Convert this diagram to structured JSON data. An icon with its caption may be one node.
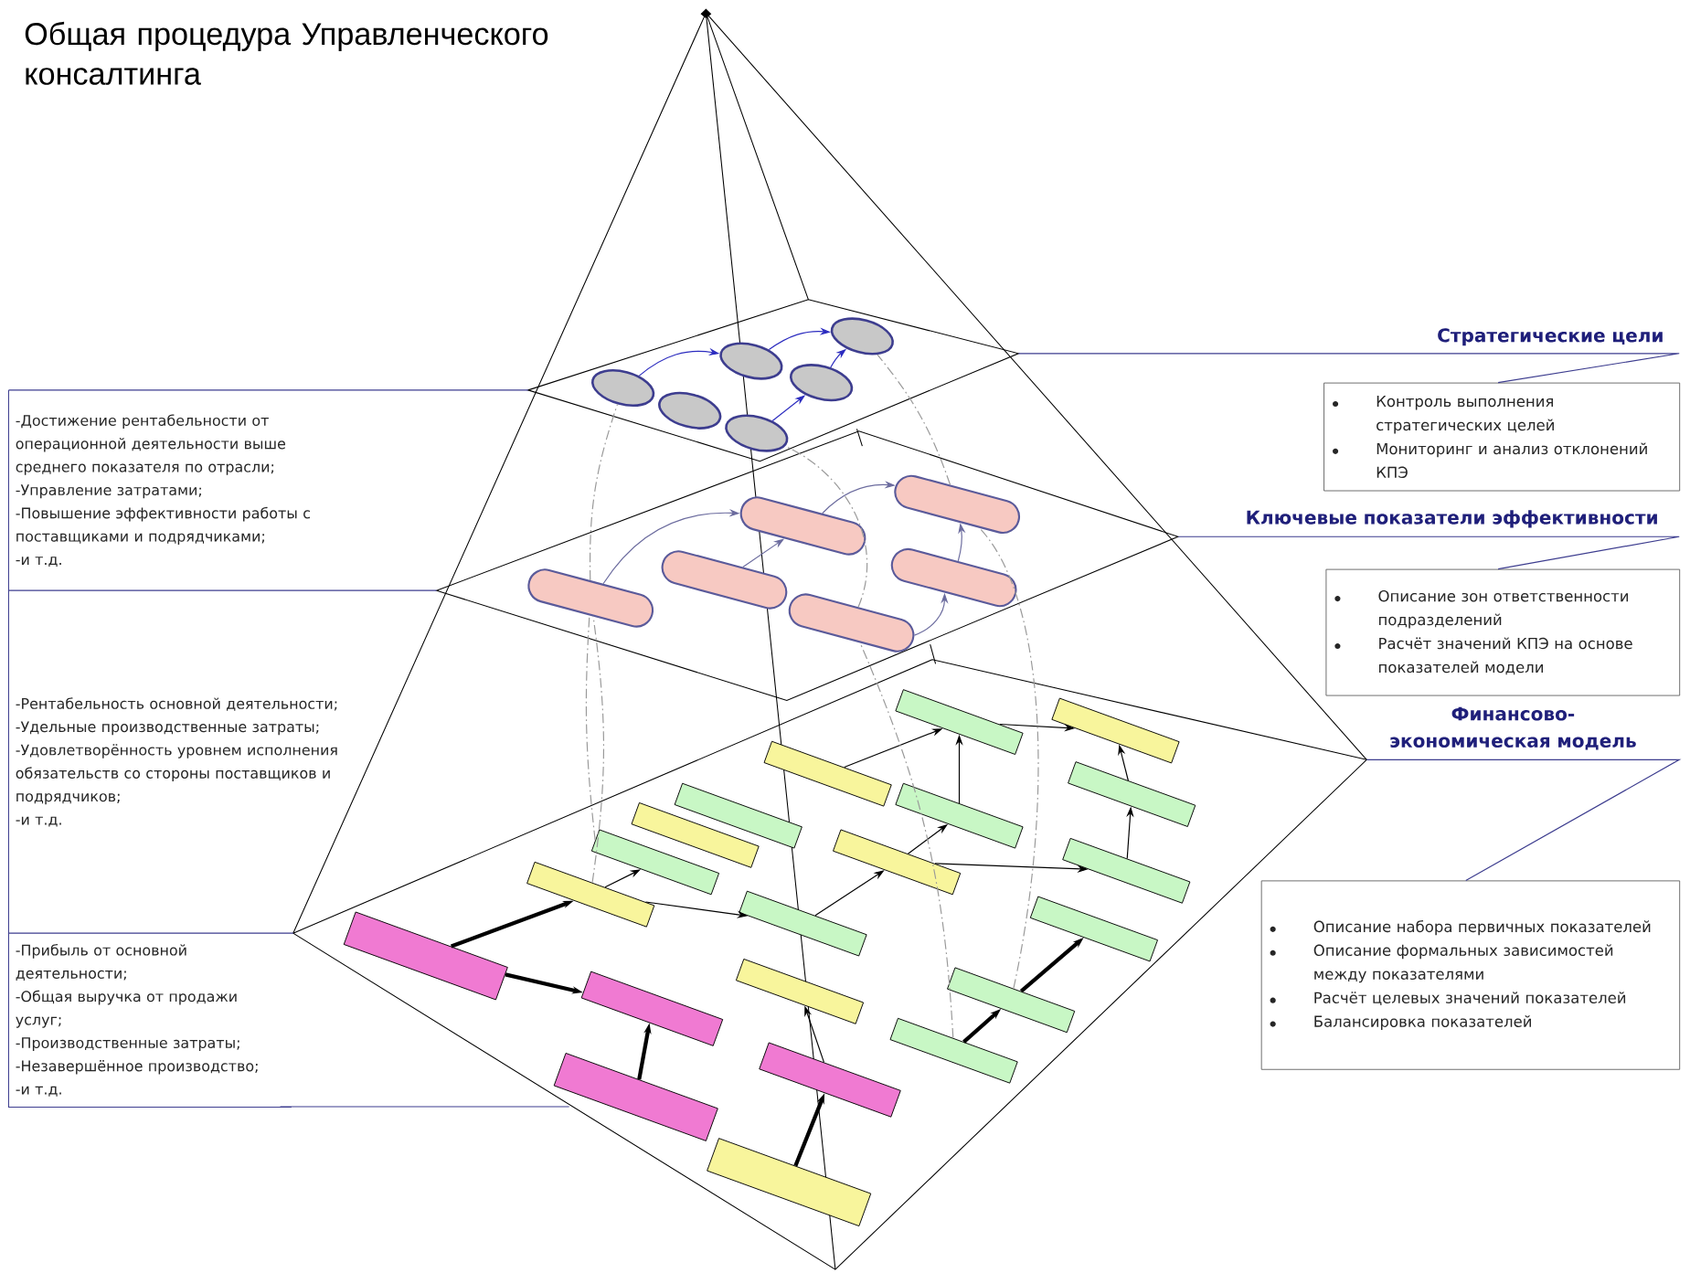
{
  "diagram": {
    "title": "Общая процедура Управленческого консалтинга",
    "nodes": [
      {
        "text": [
          "-Достижение рентабельности от операционной деятельности выше среднего показателя по отрасли;",
          "-Управление затратами;",
          "-Повышение эффективности работы с поставщиками и подрядчиками;",
          "-и т.д."
        ]
      },
      {
        "text": [
          "-Рентабельность основной деятельности;",
          "-Удельные производственные затраты;",
          "-Удовлетворённость уровнем исполнения обязательств со стороны поставщиков и подрядчиков;",
          "-и т.д."
        ]
      },
      {
        "text": [
          "-Прибыль от основной деятельности;",
          "-Общая выручка от продажи услуг;",
          "-Производственные затраты;",
          "-Незавершённое производство;",
          "-и т.д."
        ]
      },
      {
        "text": [],
        "shape": "box"
      },
      {
        "text": [],
        "shape": "box"
      },
      {
        "text": [],
        "shape": "box"
      },
      {
        "text": [
          "Контроль выполнения стратегических целей",
          "Мониторинг и анализ отклонений КПЭ"
        ]
      },
      {
        "text": [
          "Описание зон ответственности подразделений",
          "Расчёт значений КПЭ на основе показателей модели"
        ]
      },
      {
        "text": [
          "Описание набора первичных показателей",
          "Описание формальных зависимостей между показателями",
          "Расчёт целевых значений показателей",
          "Балансировка показателей"
        ]
      },
      {
        "text": [],
        "shape": "oval",
        "in": 3
      },
      {
        "text": [],
        "shape": "oval",
        "in": 3
      },
      {
        "text": [],
        "shape": "oval",
        "in": 3
      },
      {
        "text": [],
        "shape": "oval",
        "in": 3
      },
      {
        "text": [],
        "shape": "oval",
        "in": 3
      },
      {
        "text": [],
        "shape": "oval",
        "in": 3
      },
      {
        "text": [],
        "shape": "pill",
        "in": 4
      },
      {
        "text": [],
        "shape": "pill",
        "in": 4
      },
      {
        "text": [],
        "shape": "pill",
        "in": 4
      },
      {
        "text": [],
        "shape": "pill",
        "in": 4
      },
      {
        "text": [],
        "shape": "pill",
        "in": 4
      },
      {
        "text": [],
        "shape": "pill",
        "in": 4
      },
      {
        "text": [],
        "shape": "bar",
        "in": 5
      },
      {
        "text": [],
        "shape": "bar",
        "in": 5
      },
      {
        "text": [],
        "shape": "bar",
        "in": 5
      },
      {
        "text": [],
        "shape": "bar",
        "in": 5
      },
      {
        "text": [],
        "shape": "bar",
        "in": 5
      },
      {
        "text": [],
        "shape": "bar",
        "in": 5
      },
      {
        "text": [],
        "shape": "bar",
        "in": 5
      },
      {
        "text": [],
        "shape": "bar",
        "in": 5
      },
      {
        "text": [],
        "shape": "bar",
        "in": 5
      },
      {
        "text": [],
        "shape": "bar",
        "in": 5
      },
      {
        "text": [],
        "shape": "bar",
        "in": 5
      },
      {
        "text": [],
        "shape": "bar",
        "in": 5
      },
      {
        "text": [],
        "shape": "bar",
        "in": 5
      },
      {
        "text": [],
        "shape": "bar",
        "in": 5
      },
      {
        "text": [],
        "shape": "bar",
        "in": 5
      },
      {
        "text": [],
        "shape": "bar",
        "in": 5
      },
      {
        "text": [],
        "shape": "bar",
        "in": 5
      },
      {
        "text": [],
        "shape": "bar",
        "in": 5
      },
      {
        "text": [],
        "shape": "bar",
        "in": 5
      },
      {
        "text": [],
        "shape": "bar",
        "in": 5
      },
      {
        "text": [],
        "shape": "bar",
        "in": 5
      }
    ],
    "edges": [
      {
        "from": 0,
        "to": 3,
        "arrow": "none",
        "color": "#3d3d8f"
      },
      {
        "from": 1,
        "to": 4,
        "arrow": "none",
        "color": "#3d3d8f"
      },
      {
        "from": 2,
        "to": 5,
        "arrow": "none",
        "color": "#3d3d8f"
      },
      {
        "from": 3,
        "to": 6,
        "arrow": "none",
        "color": "#3d3d8f",
        "label": "Стратегические цели"
      },
      {
        "from": 4,
        "to": 7,
        "arrow": "none",
        "color": "#3d3d8f",
        "label": "Ключевые показатели эффективности"
      },
      {
        "from": 5,
        "to": 8,
        "arrow": "none",
        "color": "#3d3d8f",
        "label": "Финансово- экономическая модель"
      },
      {
        "from": 9,
        "to": 11,
        "arrow": "to",
        "color": "#2b2bbf"
      },
      {
        "from": 11,
        "to": 14,
        "arrow": "to",
        "color": "#2b2bbf"
      },
      {
        "from": 12,
        "to": 13,
        "arrow": "to",
        "color": "#2b2bbf"
      },
      {
        "from": 13,
        "to": 14,
        "arrow": "to",
        "color": "#2b2bbf"
      },
      {
        "from": 15,
        "to": 17,
        "arrow": "to",
        "color": "#6b6b9e"
      },
      {
        "from": 16,
        "to": 17,
        "arrow": "to",
        "color": "#6b6b9e"
      },
      {
        "from": 17,
        "to": 20,
        "arrow": "to",
        "color": "#6b6b9e"
      },
      {
        "from": 18,
        "to": 19,
        "arrow": "to",
        "color": "#6b6b9e"
      },
      {
        "from": 19,
        "to": 20,
        "arrow": "to",
        "color": "#6b6b9e"
      },
      {
        "from": 21,
        "to": 22,
        "arrow": "to",
        "style": "thick"
      },
      {
        "from": 21,
        "to": 34,
        "arrow": "to",
        "style": "thick"
      },
      {
        "from": 38,
        "to": 34,
        "arrow": "to",
        "style": "thick"
      },
      {
        "from": 41,
        "to": 39,
        "arrow": "to",
        "style": "thick"
      },
      {
        "from": 22,
        "to": 23,
        "arrow": "to"
      },
      {
        "from": 22,
        "to": 33,
        "arrow": "to"
      },
      {
        "from": 33,
        "to": 31,
        "arrow": "to"
      },
      {
        "from": 31,
        "to": 32,
        "arrow": "to"
      },
      {
        "from": 32,
        "to": 29,
        "arrow": "to"
      },
      {
        "from": 29,
        "to": 28,
        "arrow": "to"
      },
      {
        "from": 27,
        "to": 28,
        "arrow": "to"
      },
      {
        "from": 26,
        "to": 27,
        "arrow": "to"
      },
      {
        "from": 30,
        "to": 27,
        "arrow": "to"
      },
      {
        "from": 31,
        "to": 30,
        "arrow": "to"
      },
      {
        "from": 39,
        "to": 35,
        "arrow": "to"
      },
      {
        "from": 40,
        "to": 37,
        "arrow": "to",
        "style": "thick"
      },
      {
        "from": 37,
        "to": 36,
        "arrow": "to",
        "style": "thick"
      },
      {
        "from": 22,
        "to": 15,
        "arrow": "none",
        "style": "dashed",
        "color": "#999999"
      },
      {
        "from": 23,
        "to": 15,
        "arrow": "none",
        "style": "dashed",
        "color": "#999999"
      },
      {
        "from": 15,
        "to": 9,
        "arrow": "none",
        "style": "dashed",
        "color": "#999999"
      },
      {
        "from": 40,
        "to": 18,
        "arrow": "none",
        "style": "dashed",
        "color": "#999999"
      },
      {
        "from": 37,
        "to": 20,
        "arrow": "none",
        "style": "dashed",
        "color": "#999999"
      },
      {
        "from": 18,
        "to": 12,
        "arrow": "none",
        "style": "dashed",
        "color": "#999999"
      },
      {
        "from": 20,
        "to": 14,
        "arrow": "none",
        "style": "dashed",
        "color": "#999999"
      }
    ]
  }
}
